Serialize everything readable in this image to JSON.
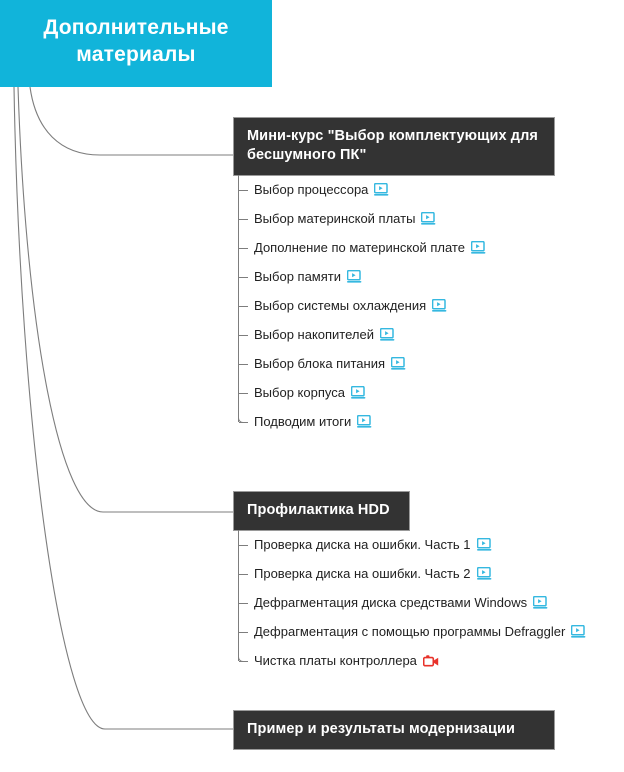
{
  "root": {
    "label": "Дополнительные материалы",
    "color": "#11b4da"
  },
  "theme": {
    "header_bg": "#333333",
    "header_text": "#ffffff",
    "connector": "#7d7d7d",
    "video_icon_color": "#35b8e0",
    "camera_icon_color": "#e8322a",
    "leaf_text": "#222222"
  },
  "branches": [
    {
      "header": "Мини-курс \"Выбор комплектующих для бесшумного ПК\"",
      "items": [
        {
          "label": "Выбор процессора",
          "icon": "video-lesson-icon"
        },
        {
          "label": "Выбор материнской платы",
          "icon": "video-lesson-icon"
        },
        {
          "label": "Дополнение по материнской плате",
          "icon": "video-lesson-icon"
        },
        {
          "label": "Выбор памяти",
          "icon": "video-lesson-icon"
        },
        {
          "label": "Выбор системы охлаждения",
          "icon": "video-lesson-icon"
        },
        {
          "label": "Выбор накопителей",
          "icon": "video-lesson-icon"
        },
        {
          "label": "Выбор блока питания",
          "icon": "video-lesson-icon"
        },
        {
          "label": "Выбор корпуса",
          "icon": "video-lesson-icon"
        },
        {
          "label": "Подводим итоги",
          "icon": "video-lesson-icon"
        }
      ]
    },
    {
      "header": "Профилактика HDD",
      "items": [
        {
          "label": "Проверка диска на ошибки. Часть 1",
          "icon": "video-lesson-icon"
        },
        {
          "label": "Проверка диска на ошибки. Часть 2",
          "icon": "video-lesson-icon"
        },
        {
          "label": "Дефрагментация диска средствами Windows",
          "icon": "video-lesson-icon"
        },
        {
          "label": "Дефрагментация с помощью программы Defraggler",
          "icon": "video-lesson-icon"
        },
        {
          "label": "Чистка платы контроллера",
          "icon": "video-camera-icon"
        }
      ]
    },
    {
      "header": "Пример и результаты модернизации",
      "items": []
    }
  ]
}
